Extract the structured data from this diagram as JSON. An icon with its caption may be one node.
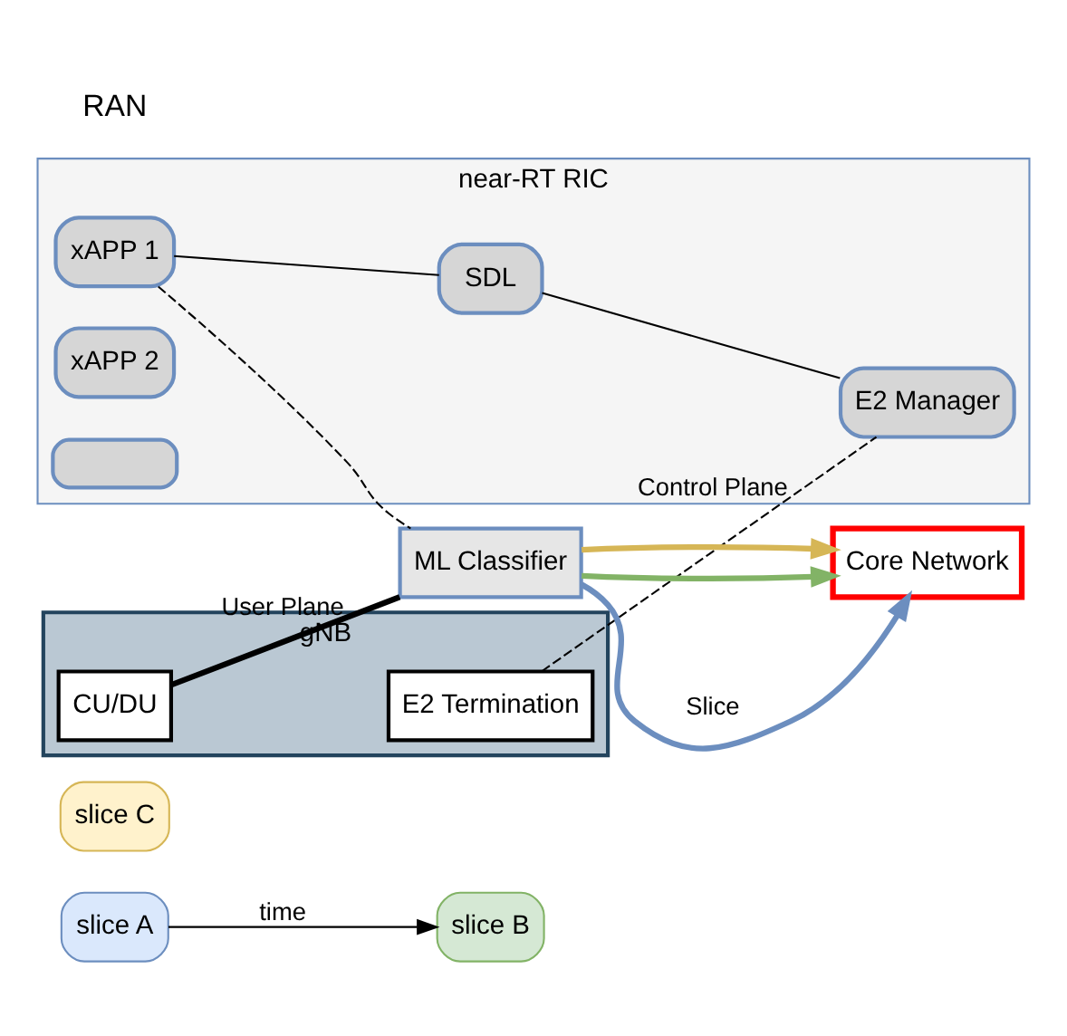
{
  "diagram": {
    "nodes": [
      {
        "text": [
          "slice A"
        ]
      },
      {
        "text": [
          "slice B"
        ]
      },
      {
        "text": [
          "slice C"
        ]
      },
      {
        "text": [
          "gNB"
        ]
      },
      {
        "text": [
          "CU/DU"
        ],
        "in": 3
      },
      {
        "text": [
          "E2 Termination"
        ],
        "in": 3
      },
      {
        "text": [
          "ML Classifier"
        ]
      },
      {
        "text": [
          "Core Network"
        ]
      },
      {
        "text": [
          "near-RT RIC"
        ]
      },
      {
        "text": [
          "xAPP 1"
        ],
        "in": 8
      },
      {
        "text": [
          "xAPP 2"
        ],
        "in": 8
      },
      {
        "text": [],
        "shape": "box",
        "in": 8
      },
      {
        "text": [
          "SDL"
        ],
        "in": 8
      },
      {
        "text": [
          "E2 Manager"
        ],
        "in": 8
      }
    ],
    "edges": [
      {
        "from": 0,
        "to": 1,
        "arrow": "to",
        "label": "time"
      },
      {
        "from": 4,
        "to": 6,
        "arrow": "none",
        "label": "User Plane",
        "style": "thick"
      },
      {
        "from": 6,
        "to": 7,
        "arrow": "to",
        "label": "Slice",
        "style": "thick",
        "color": "#6c8ebf"
      },
      {
        "from": 6,
        "to": 7,
        "arrow": "to",
        "style": "thick",
        "color": "#82b366"
      },
      {
        "from": 6,
        "to": 7,
        "arrow": "to",
        "style": "thick",
        "color": "#d6b656"
      },
      {
        "from": 5,
        "to": 13,
        "arrow": "none",
        "label": "Control Plane",
        "style": "dashed"
      },
      {
        "from": 9,
        "to": 6,
        "arrow": "none",
        "style": "dashed"
      },
      {
        "from": 9,
        "to": 12,
        "arrow": "none"
      },
      {
        "from": 12,
        "to": 13,
        "arrow": "none"
      }
    ],
    "labels": [
      "RAN"
    ]
  }
}
